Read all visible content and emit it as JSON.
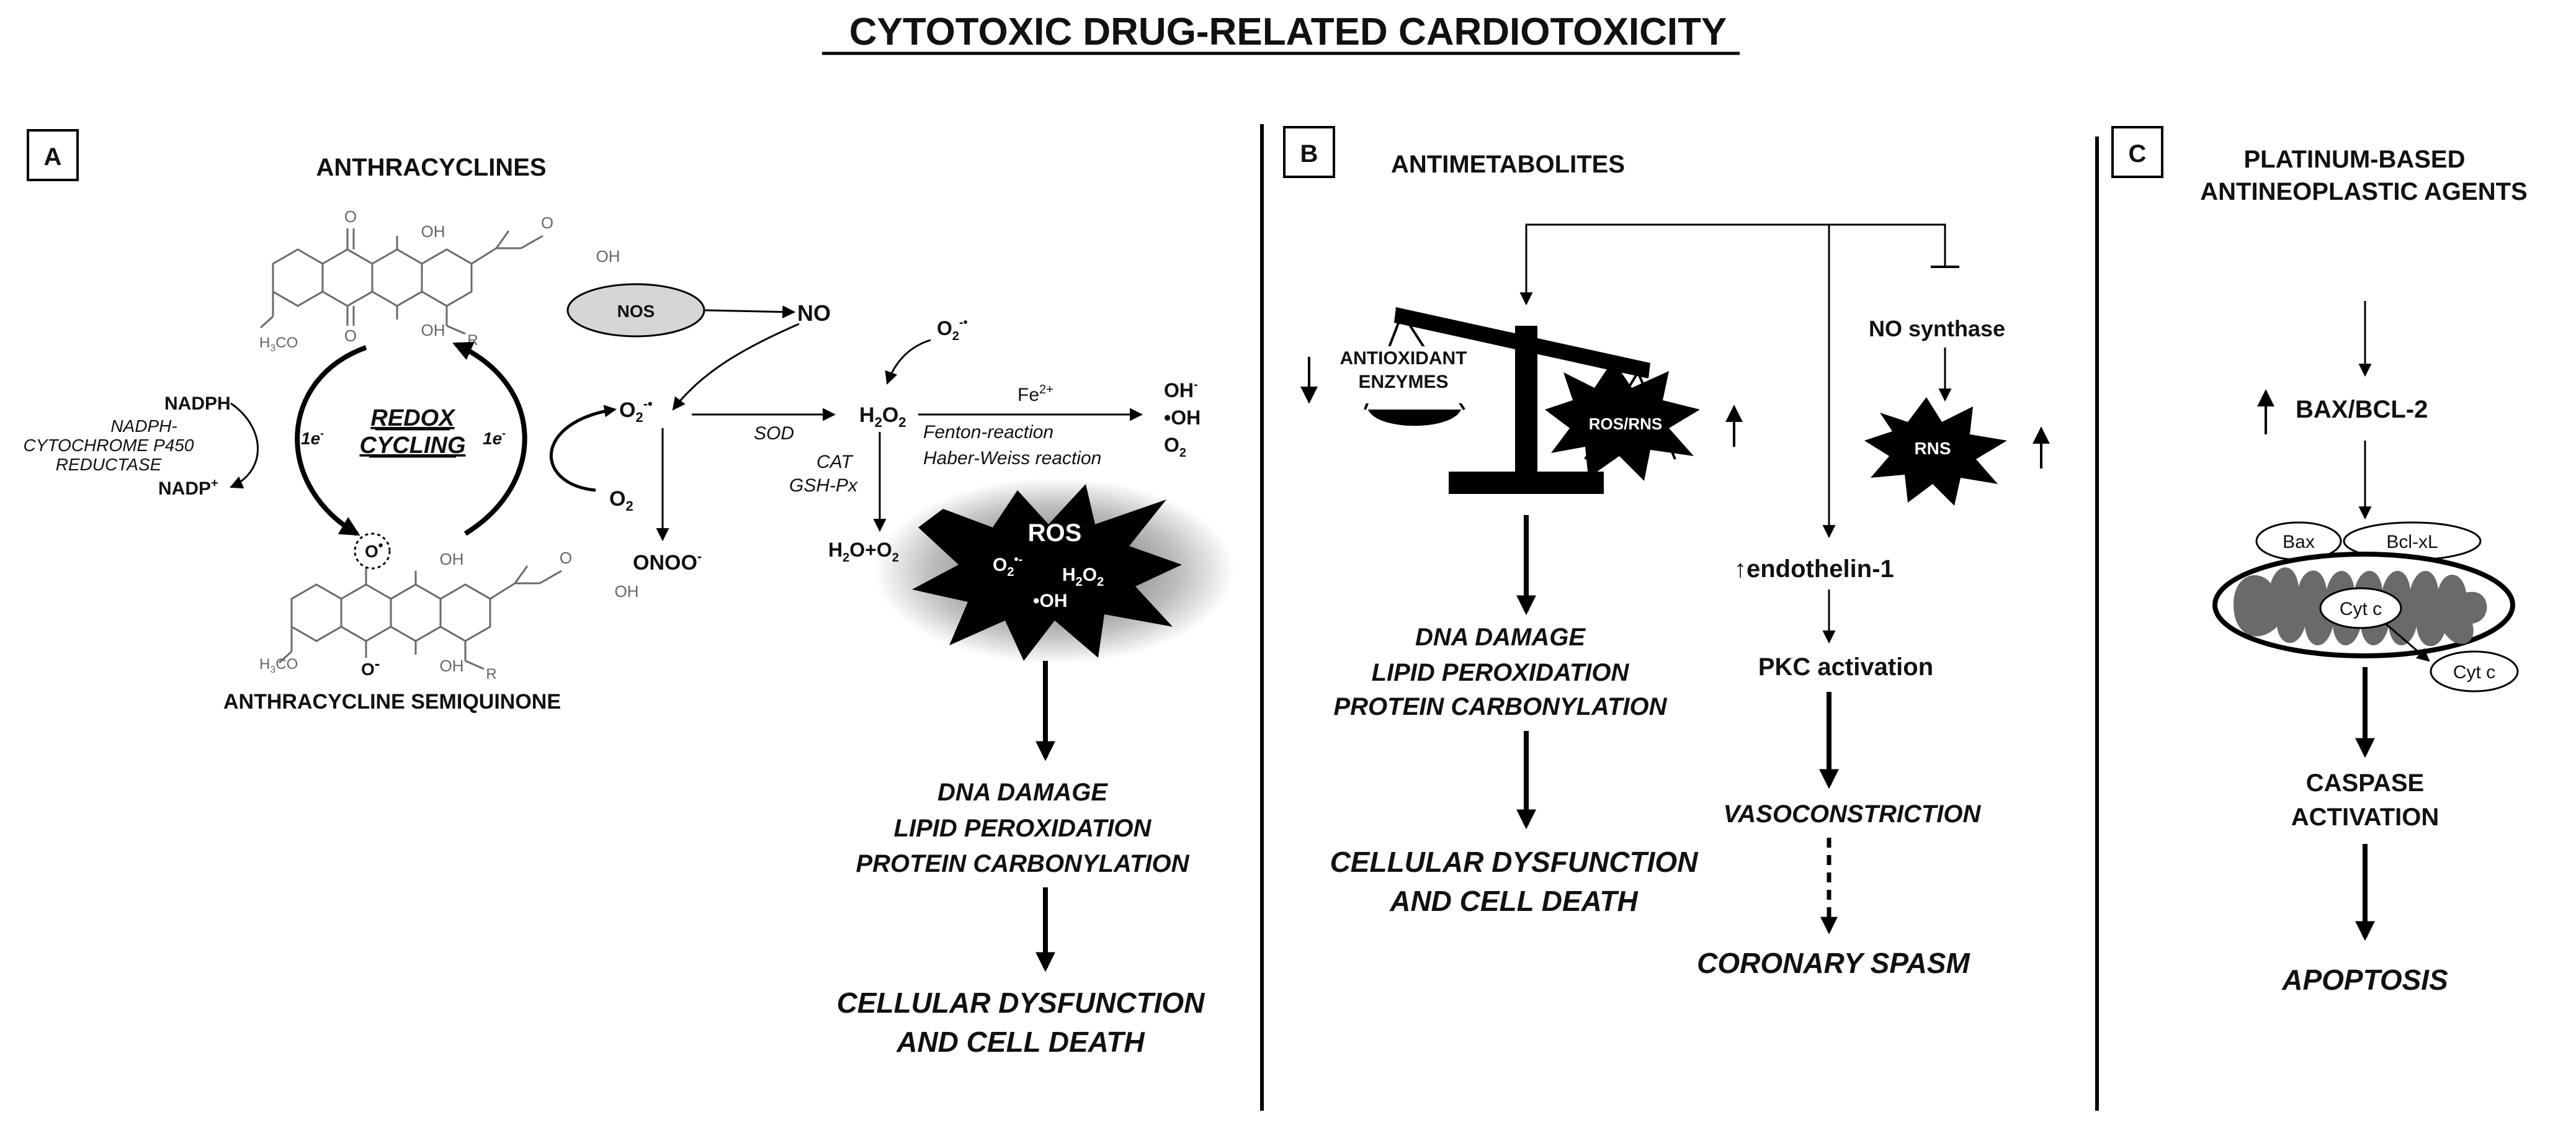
{
  "title": "CYTOTOXIC DRUG-RELATED CARDIOTOXICITY",
  "panels": {
    "a": {
      "letter": "A",
      "heading": "ANTHRACYCLINES",
      "nos": "NOS",
      "no": "NO",
      "nadph": "NADPH",
      "nadp": "NADP",
      "nadp_sup": "+",
      "enzyme_lines": [
        "NADPH-",
        "CYTOCHROME P450",
        "REDUCTASE"
      ],
      "electron": "1e",
      "electron_sup": "-",
      "redox": [
        "REDOX",
        "CYCLING"
      ],
      "o2": "O",
      "o2_sub": "2",
      "superoxide": "O",
      "superoxide_sub": "2",
      "superoxide_sup": "-•",
      "superoxide_top": "O",
      "superoxide_top_sub": "2",
      "superoxide_top_sup": "-•",
      "onoo": "ONOO",
      "onoo_sup": "-",
      "sod": "SOD",
      "h2o2": [
        "H",
        "2",
        "O",
        "2"
      ],
      "fe": "Fe",
      "fe_sup": "2+",
      "fenton": "Fenton-reaction",
      "haber": "Haber-Weiss reaction",
      "cat": "CAT",
      "gsh": "GSH-Px",
      "products": [
        "OH",
        "•OH",
        "O"
      ],
      "product_sup": "-",
      "product_sub": "2",
      "h2o_o2": [
        "H",
        "2",
        "O+O",
        "2"
      ],
      "ros_burst": [
        "ROS",
        "O",
        "H",
        "•OH"
      ],
      "ros_subs": [
        "2",
        "2",
        "2"
      ],
      "ros_sup": "•-",
      "ros_h2o2_o": "O",
      "semiquinone_label": "ANTHRACYCLINE SEMIQUINONE",
      "mol_top": [
        "O",
        "OH",
        "OH",
        "O",
        "OH",
        "H",
        "C",
        "O",
        "O",
        "R",
        "3"
      ],
      "mol_bottom": [
        "O",
        "•",
        "OH",
        "OH",
        "O",
        "OH",
        "H",
        "C",
        "O",
        "O",
        "R",
        "3"
      ],
      "mol_bottom_sup": "-",
      "damage": [
        "DNA DAMAGE",
        "LIPID PEROXIDATION",
        "PROTEIN CARBONYLATION"
      ],
      "death": [
        "CELLULAR  DYSFUNCTION",
        "AND CELL DEATH"
      ]
    },
    "b": {
      "letter": "B",
      "heading": "ANTIMETABOLITES",
      "antioxidant": [
        "ANTIOXIDANT",
        "ENZYMES"
      ],
      "ros_rns": "ROS/RNS",
      "no_synthase": "NO synthase",
      "rns": "RNS",
      "endothelin": "↑endothelin-1",
      "pkc": "PKC activation",
      "damage": [
        "DNA DAMAGE",
        "LIPID PEROXIDATION",
        "PROTEIN CARBONYLATION"
      ],
      "death": [
        "CELLULAR DYSFUNCTION",
        "AND CELL DEATH"
      ],
      "vaso": "VASOCONSTRICTION",
      "spasm": "CORONARY SPASM"
    },
    "c": {
      "letter": "C",
      "heading": [
        "PLATINUM-BASED",
        "ANTINEOPLASTIC AGENTS"
      ],
      "bax_bcl2": "BAX/BCL-2",
      "bax": "Bax",
      "bclxl": "Bcl-xL",
      "cytc_in": "Cyt c",
      "cytc_out": "Cyt c",
      "caspase": [
        "CASPASE",
        "ACTIVATION"
      ],
      "apoptosis": "APOPTOSIS"
    }
  }
}
